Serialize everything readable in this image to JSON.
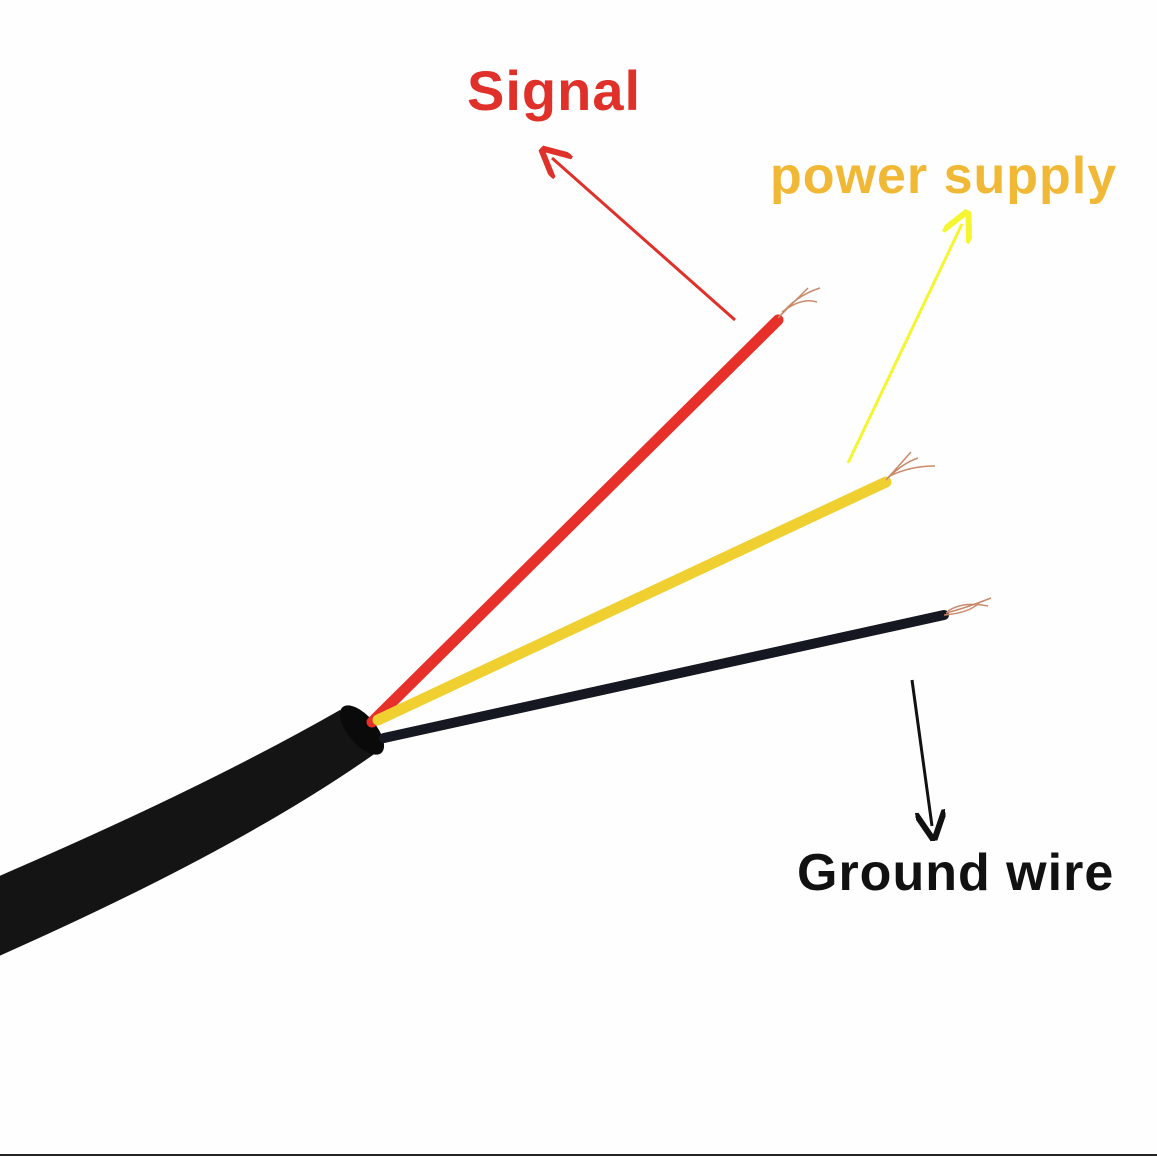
{
  "labels": {
    "signal": "Signal",
    "power_supply": "power supply",
    "ground_wire": "Ground wire"
  },
  "colors": {
    "signal": "#e0302a",
    "power_supply_text": "#f0b835",
    "power_supply_arrow": "#f5f530",
    "ground": "#111111",
    "jacket": "#141414",
    "copper": "#c98a6a"
  }
}
